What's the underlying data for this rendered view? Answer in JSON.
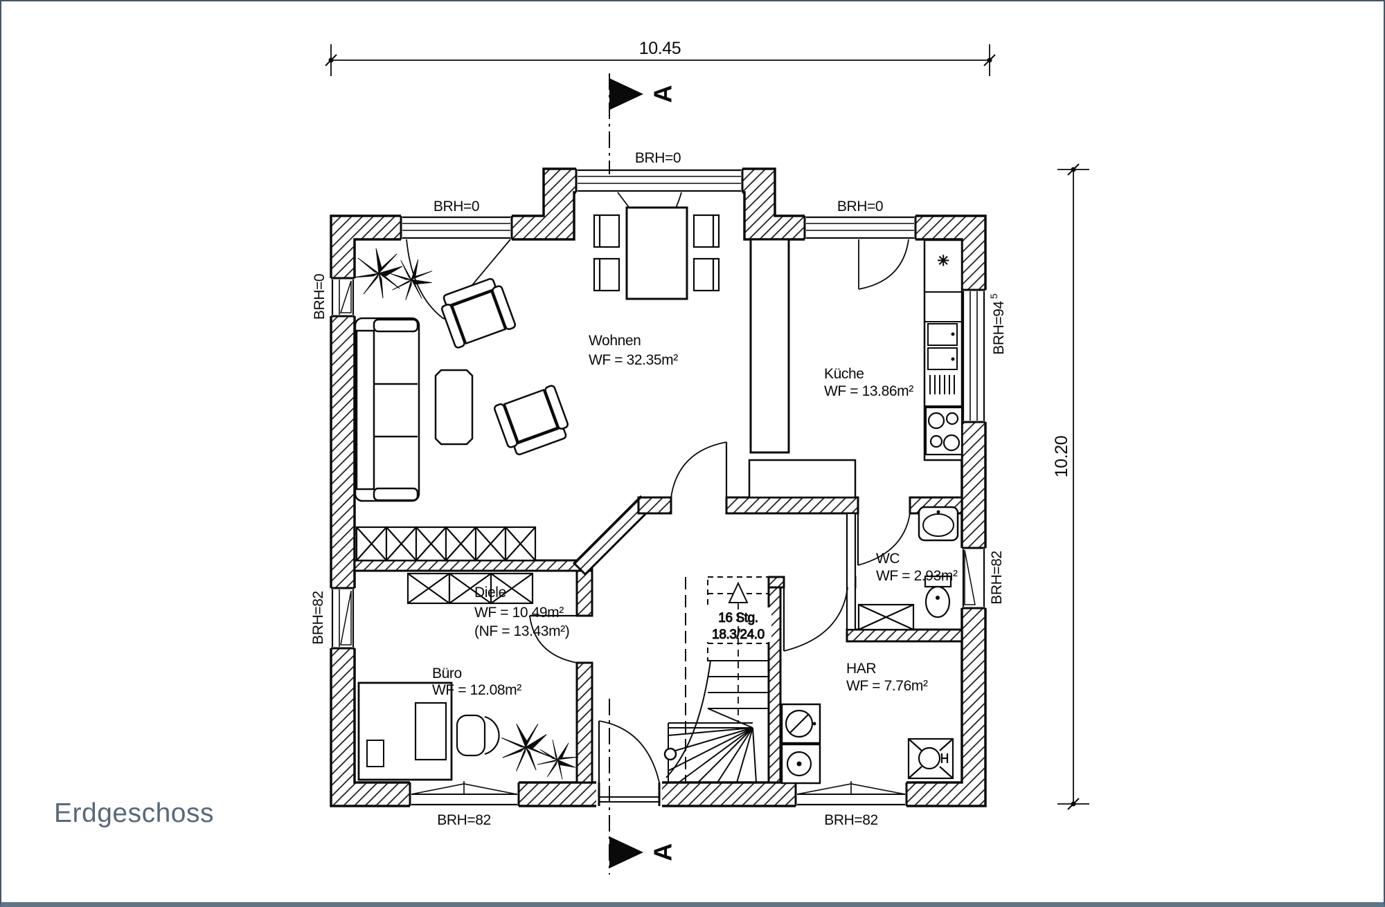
{
  "page": {
    "title": "Erdgeschoss"
  },
  "plan": {
    "dim_width": "10.45",
    "dim_height": "10.20",
    "section_letter": "A",
    "rooms": {
      "wohnen": {
        "name": "Wohnen",
        "area": "WF = 32.35m²"
      },
      "kueche": {
        "name": "Küche",
        "area": "WF = 13.86m²"
      },
      "buero": {
        "name": "Büro",
        "area": "WF = 12.08m²"
      },
      "diele": {
        "name": "Diele",
        "area": "WF = 10.49m²",
        "area_nf": "(NF = 13.43m²)"
      },
      "wc": {
        "name": "WC",
        "area": "WF = 2.93m²"
      },
      "har": {
        "name": "HAR",
        "area": "WF = 7.76m²"
      }
    },
    "stairs": {
      "steps": "16 Stg.",
      "ratio": "18.3/24.0"
    },
    "labels": {
      "brh0": "BRH=0",
      "brh82": "BRH=82",
      "brh94": "BRH=94",
      "brh94_sup": "5"
    },
    "symbols": {
      "appliance_star": "✳"
    }
  }
}
